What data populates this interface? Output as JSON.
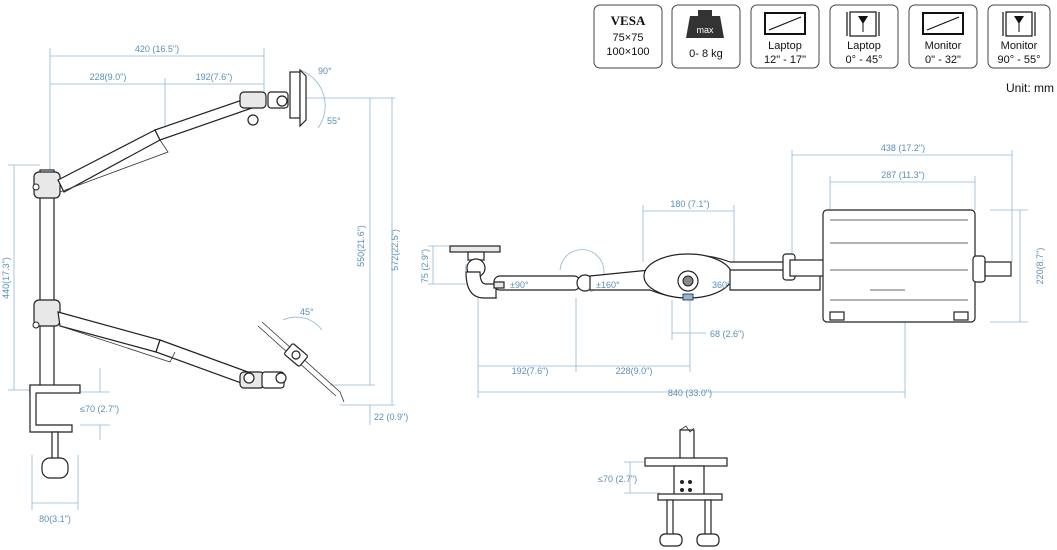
{
  "specs": {
    "vesa": {
      "title": "VESA",
      "line1": "75×75",
      "line2": "100×100"
    },
    "max_load": {
      "icon_label": "max",
      "value": "0- 8 kg"
    },
    "laptop_size": {
      "label": "Laptop",
      "value": "12\" - 17\""
    },
    "laptop_tilt": {
      "label": "Laptop",
      "value": "0° - 45°"
    },
    "monitor_size": {
      "label": "Monitor",
      "value": "0\" - 32\""
    },
    "monitor_tilt": {
      "label": "Monitor",
      "value": "90° - 55°"
    },
    "unit": "Unit: mm"
  },
  "side_view": {
    "width_total": "420 (16.5\")",
    "arm_seg1": "228(9.0\")",
    "arm_seg2": "192(7.6\")",
    "tilt_up": "90°",
    "tilt_down": "55°",
    "pole_height": "440(17.3\")",
    "height_550": "550(21.6\")",
    "height_572": "572(22.5\")",
    "laptop_tilt": "45°",
    "clamp_thickness": "≤70  (2.7\")",
    "base_offset": "22 (0.9\")",
    "base_width": "80(3.1\")"
  },
  "top_view": {
    "width_438": "438 (17.2\")",
    "width_287": "287 (11.3\")",
    "center_180": "180 (7.1\")",
    "height_75": "75 (2.9\")",
    "height_220": "220(8.7\")",
    "rot_90": "±90°",
    "rot_160": "±160°",
    "rot_360": "360°",
    "offset_68": "68 (2.6\")",
    "seg_192": "192(7.6\")",
    "seg_228": "228(9.0\")",
    "total_840": "840 (33.0\")"
  },
  "clamp_detail": {
    "thickness": "≤70 (2.7\")"
  }
}
